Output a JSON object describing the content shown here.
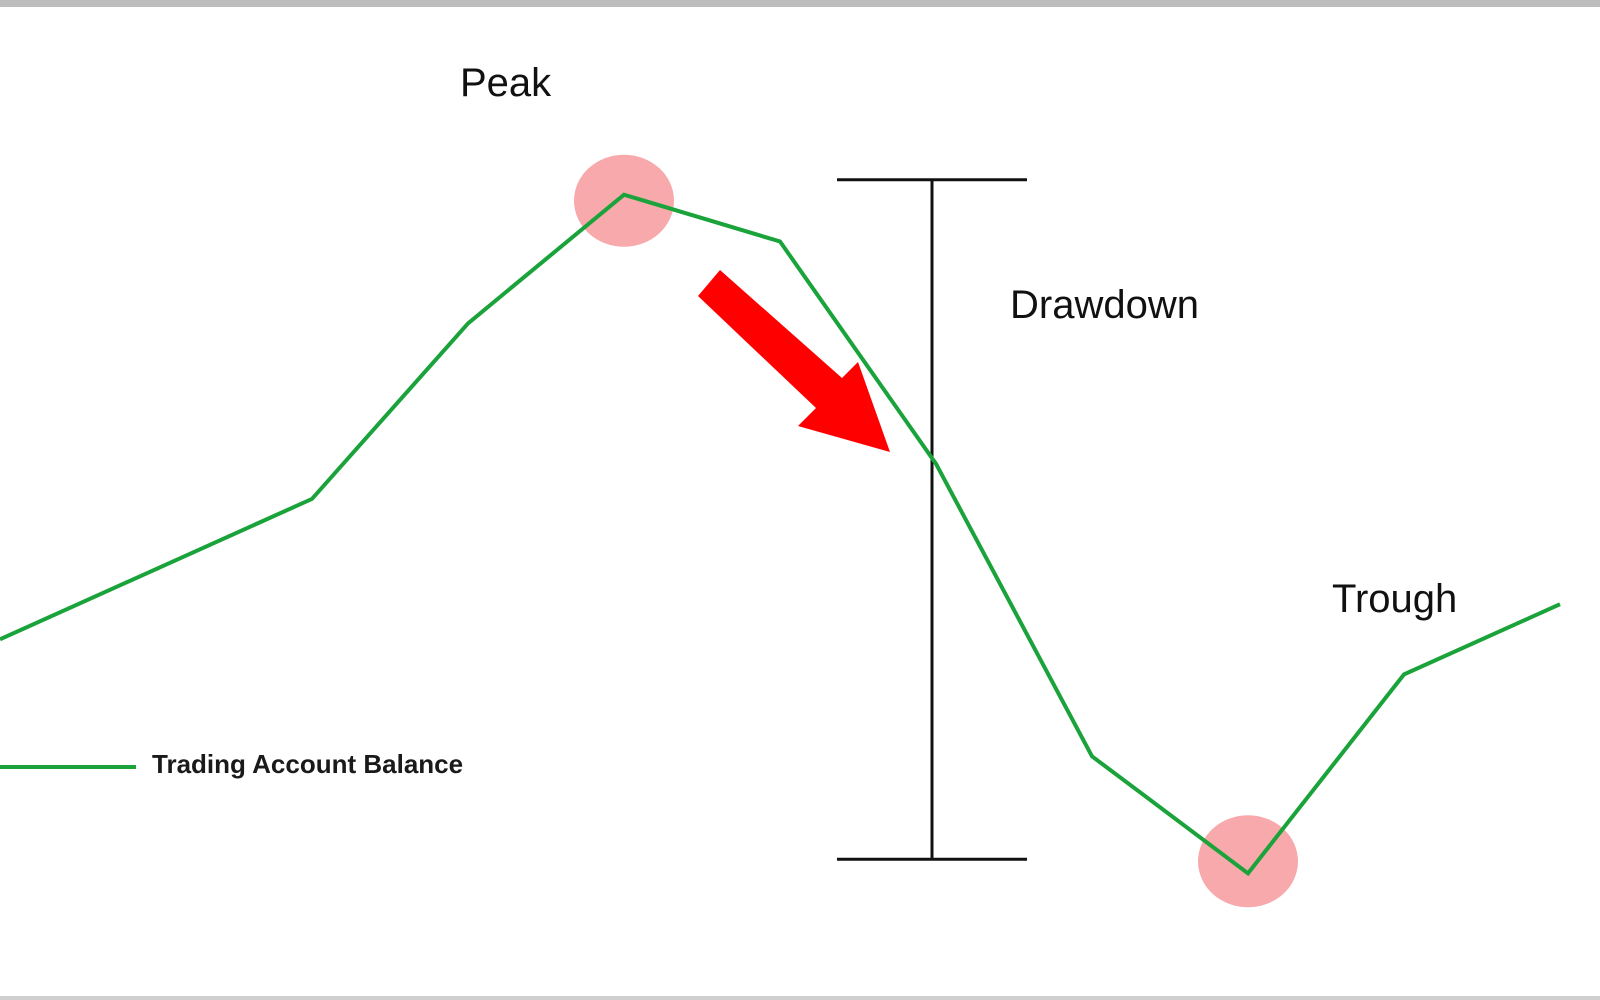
{
  "chart_data": {
    "type": "line",
    "series": [
      {
        "name": "Trading Account Balance",
        "color": "#1aa33a",
        "values": [
          3.1,
          4.3,
          5.8,
          6.9,
          6.5,
          4.6,
          2.1,
          1.1,
          2.8,
          3.4
        ]
      }
    ],
    "x": [
      0,
      2,
      3,
      4,
      5,
      6,
      7,
      8,
      9,
      10
    ],
    "ylim": [
      0,
      8
    ],
    "xlim": [
      0,
      10
    ],
    "grid": false,
    "legend": "bottom-left",
    "annotations": [
      {
        "text": "Peak",
        "point_index": 3,
        "marker_color": "#f7a9ab"
      },
      {
        "text": "Trough",
        "point_index": 7,
        "marker_color": "#f7a9ab"
      },
      {
        "text": "Drawdown",
        "from_index": 3,
        "to_index": 7
      }
    ],
    "arrow_color": "#ff0000"
  }
}
